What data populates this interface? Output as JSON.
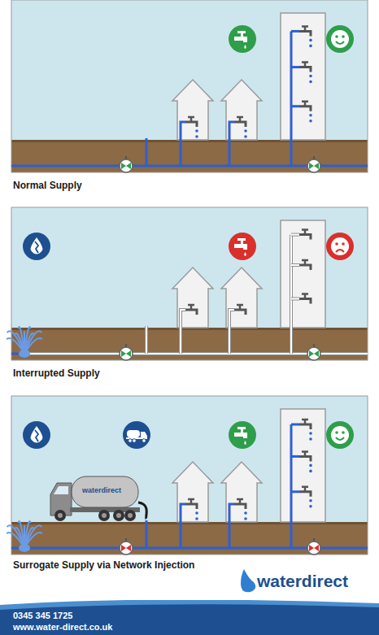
{
  "diagram": {
    "nodes": [
      {
        "text": [
          "0345 345 1725",
          "www.water-direct.co.uk"
        ]
      }
    ],
    "labels": [
      "Normal Supply",
      "Interrupted Supply",
      "Surrogate Supply via Network Injection",
      "waterdirect",
      "waterdirect"
    ]
  }
}
